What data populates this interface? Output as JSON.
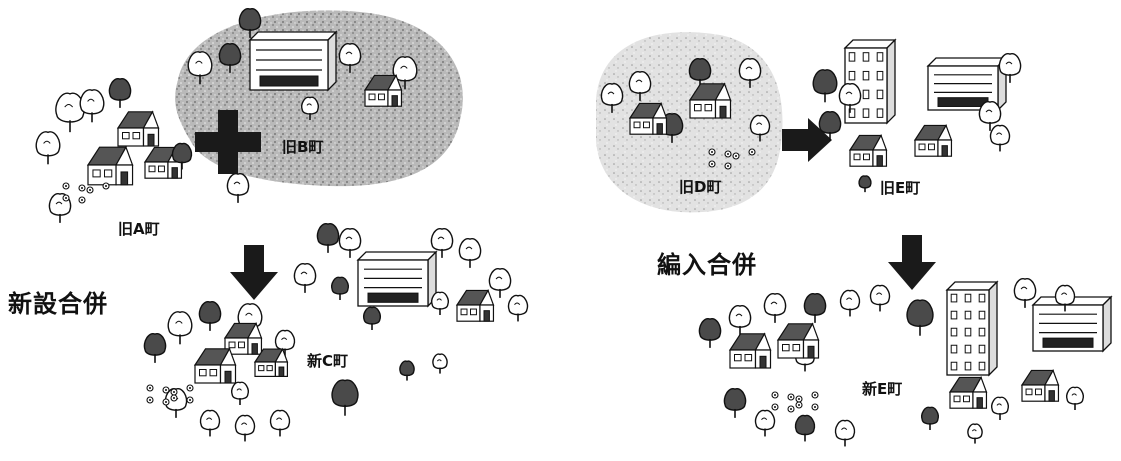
{
  "labels": {
    "shinsetsu": "新設合併",
    "hennyu": "編入合併",
    "old_a": "旧A町",
    "old_b": "旧B町",
    "new_c": "新C町",
    "old_d": "旧D町",
    "old_e": "旧E町",
    "new_e": "新E町"
  },
  "colors": {
    "ink": "#111111",
    "shade": "#cfcfcf",
    "dark_tree": "#4a4a4a",
    "arrow": "#1a1a1a"
  }
}
